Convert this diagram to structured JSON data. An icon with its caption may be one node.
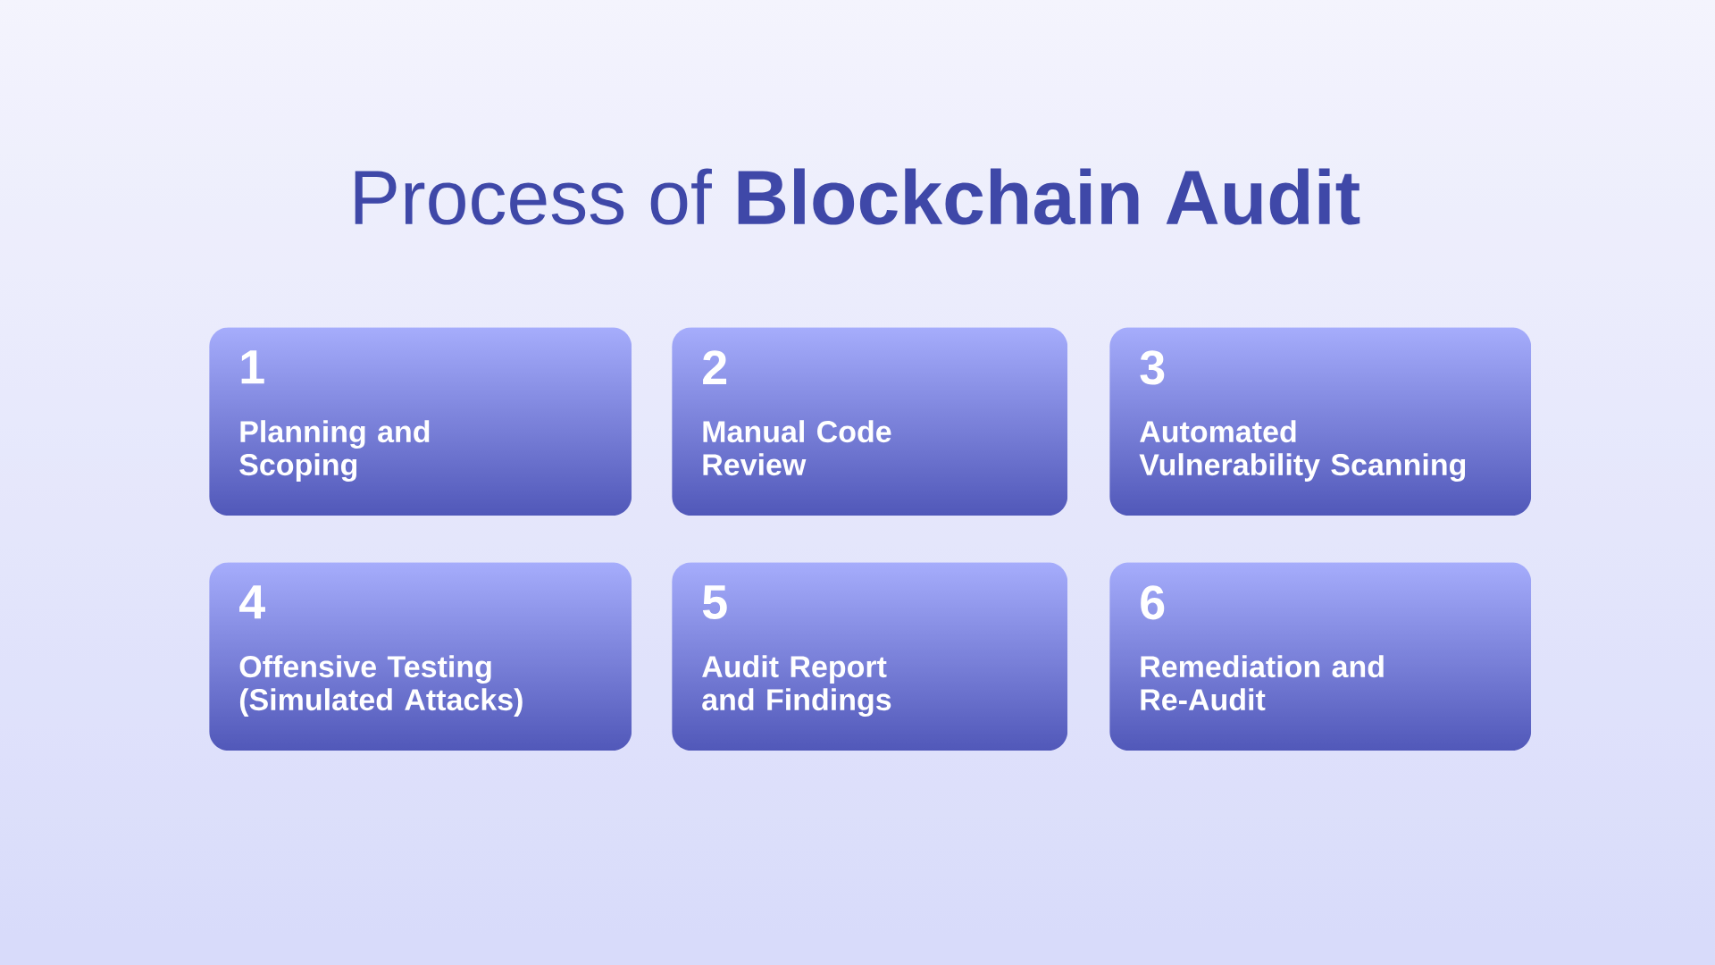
{
  "diagram": {
    "title": "Process of **Blockchain Audit**",
    "nodes": [
      {
        "text": [
          "1",
          "Planning and Scoping"
        ]
      },
      {
        "text": [
          "2",
          "Manual Code Review"
        ]
      },
      {
        "text": [
          "3",
          "Automated Vulnerability Scanning"
        ]
      },
      {
        "text": [
          "4",
          "Offensive Testing (Simulated Attacks)"
        ]
      },
      {
        "text": [
          "5",
          "Audit Report and Findings"
        ]
      },
      {
        "text": [
          "6",
          "Remediation and Re-Audit"
        ]
      }
    ]
  }
}
